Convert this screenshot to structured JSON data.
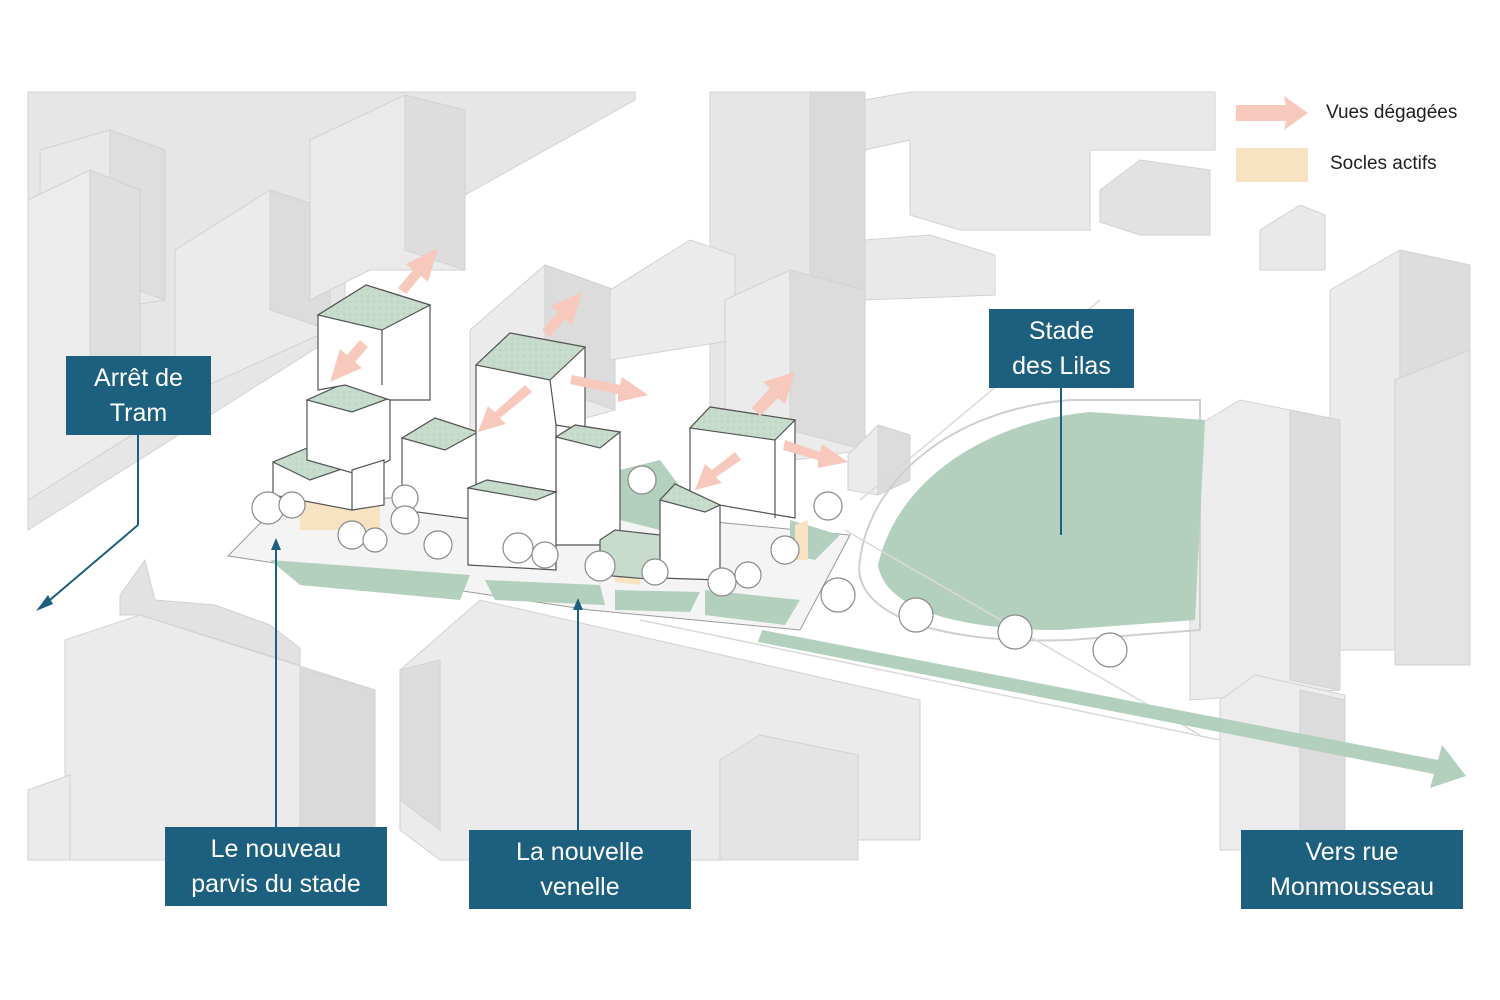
{
  "legend": {
    "items": [
      {
        "label": "Vues dégagées",
        "symbol": "arrow",
        "color": "#f7c9bc"
      },
      {
        "label": "Socles actifs",
        "symbol": "swatch",
        "color": "#f7e2c2"
      }
    ]
  },
  "callouts": {
    "tram": {
      "line1": "Arrêt de",
      "line2": "Tram"
    },
    "stade": {
      "line1": "Stade",
      "line2": "des Lilas"
    },
    "parvis": {
      "line1": "Le nouveau",
      "line2": "parvis du stade"
    },
    "venelle": {
      "line1": "La nouvelle",
      "line2": "venelle"
    },
    "monmousseau": {
      "line1": "Vers rue",
      "line2": "Monmousseau"
    }
  },
  "colors": {
    "callout_bg": "#1c5f7e",
    "callout_text": "#ffffff",
    "leader_line": "#1c5f7e",
    "context_building": "#e6e6e6",
    "project_building": "#ffffff",
    "green_roof": "#c7dccd",
    "landscape": "#b3cfbd",
    "active_base": "#f7e2c2",
    "view_arrow": "#f7c9bc",
    "route_arrow": "#b3cfbd"
  }
}
